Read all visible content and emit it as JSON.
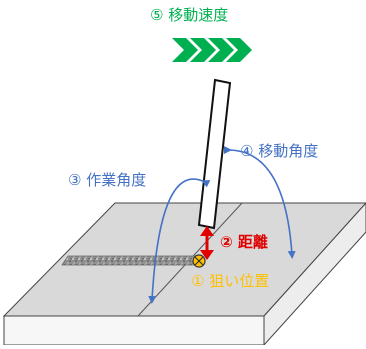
{
  "labels": {
    "speed": "⑤ 移動速度",
    "travel_angle": "④ 移動角度",
    "work_angle": "③ 作業角度",
    "distance": "② 距離",
    "aim_position": "① 狙い位置"
  },
  "colors": {
    "speed": "#00b050",
    "angle": "#4472c4",
    "distance": "#e00000",
    "aim": "#ffc000",
    "plate_top": "#d9d9d9",
    "plate_front": "#f7f7f7",
    "bead": "#9a9a9a"
  },
  "icons": {
    "speed": "chevron-arrows",
    "aim": "crosshair-circle",
    "distance": "double-headed-arrow"
  }
}
